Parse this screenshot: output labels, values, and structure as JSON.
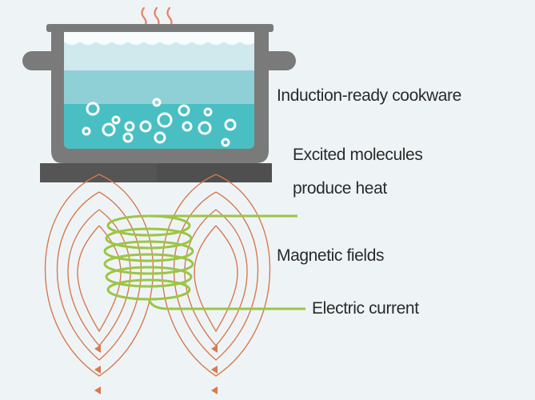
{
  "labels": {
    "cookware": "Induction-ready cookware",
    "molecules_line1": "Excited molecules",
    "molecules_line2": "produce heat",
    "magnetic": "Magnetic fields",
    "current": "Electric current"
  },
  "colors": {
    "background": "#eef4f6",
    "pot": "#7a7a7a",
    "pot_dark": "#5e5e5e",
    "water_top": "#cfe9ed",
    "water_mid": "#8fd0d6",
    "water_bottom": "#49bfc3",
    "cooktop": "#555555",
    "field_lines": "#d8794e",
    "coil": "#9cc545",
    "steam": "#e7826a"
  }
}
